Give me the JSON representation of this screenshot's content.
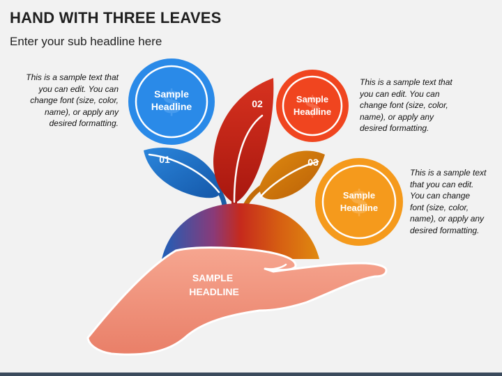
{
  "header": {
    "title": "HAND WITH THREE LEAVES",
    "subtitle": "Enter your sub headline here"
  },
  "hand": {
    "label_line1": "SAMPLE",
    "label_line2": "HEADLINE"
  },
  "leaves": [
    {
      "number": "01",
      "color": "#1f6fc2"
    },
    {
      "number": "02",
      "color": "#c8231a"
    },
    {
      "number": "03",
      "color": "#d1780a"
    }
  ],
  "circles": [
    {
      "line1": "Sample",
      "line2": "Headline",
      "color": "#2a8ae8"
    },
    {
      "line1": "Sample",
      "line2": "Headline",
      "color": "#f0451f"
    },
    {
      "line1": "Sample",
      "line2": "Headline",
      "color": "#f59a1c"
    }
  ],
  "descriptions": [
    "This is a sample text that\nyou can edit. You can\nchange font (size, color,\nname), or apply any\ndesired formatting.",
    "This is a sample text that\nyou can edit. You can\nchange font (size, color,\nname), or apply any\ndesired formatting.",
    "This is a sample text\nthat you can edit.\nYou can change\nfont (size, color,\nname), or apply any\ndesired formatting."
  ]
}
